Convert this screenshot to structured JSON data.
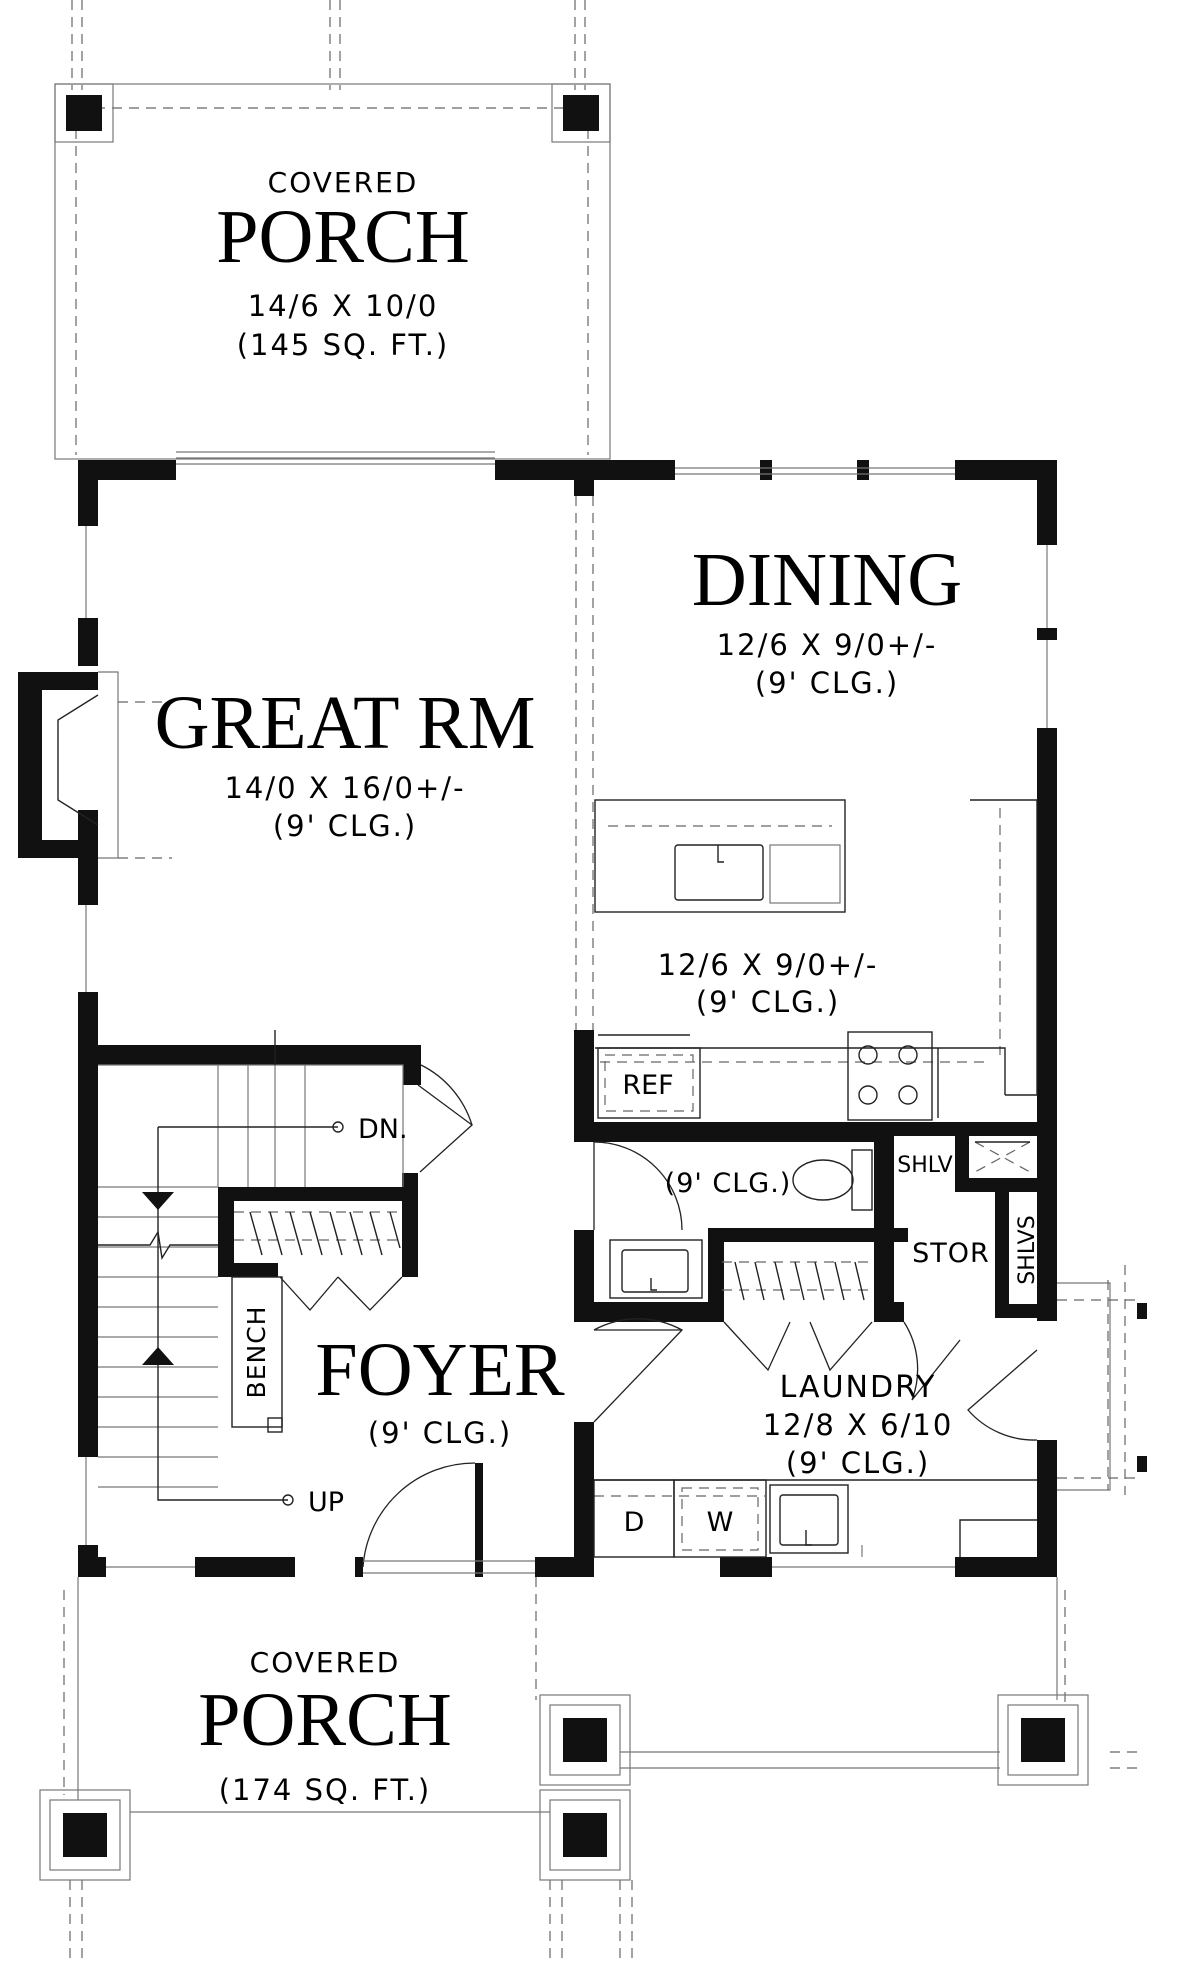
{
  "plan": {
    "porch_top": {
      "kicker": "COVERED",
      "title": "PORCH",
      "size": "14/6 X 10/0",
      "area": "(145 SQ. FT.)"
    },
    "great_room": {
      "title": "GREAT RM",
      "size": "14/0 X 16/0+/-",
      "ceiling": "(9' CLG.)"
    },
    "dining": {
      "title": "DINING",
      "size": "12/6 X 9/0+/-",
      "ceiling": "(9' CLG.)"
    },
    "kitchen": {
      "size": "12/6 X 9/0+/-",
      "ceiling": "(9' CLG.)",
      "ref_label": "REF"
    },
    "powder": {
      "ceiling": "(9' CLG.)"
    },
    "closets": {
      "shelves_top": "SHLV",
      "storage": "STOR",
      "shelves_side": "SHLVS"
    },
    "stairs": {
      "down": "DN.",
      "up": "UP",
      "bench": "BENCH"
    },
    "foyer": {
      "title": "FOYER",
      "ceiling": "(9' CLG.)"
    },
    "laundry": {
      "title": "LAUNDRY",
      "size": "12/8 X 6/10",
      "ceiling": "(9' CLG.)",
      "dryer": "D",
      "washer": "W"
    },
    "porch_bottom": {
      "kicker": "COVERED",
      "title": "PORCH",
      "area": "(174 SQ. FT.)"
    }
  }
}
